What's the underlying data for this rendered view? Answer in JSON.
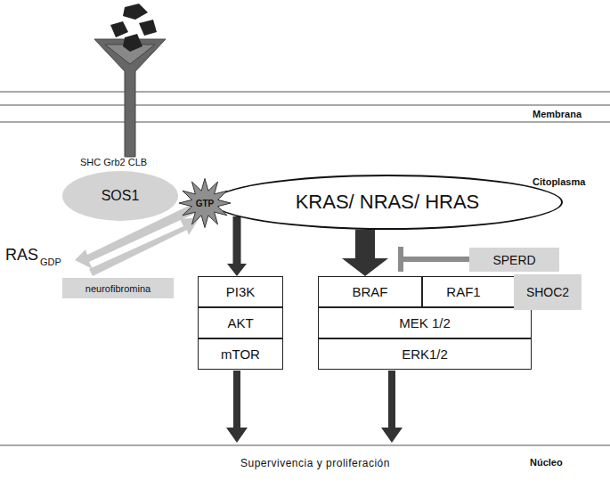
{
  "diagram": {
    "nodes": [
      {
        "text": [
          "SOS1"
        ]
      },
      {
        "text": [
          "GTP"
        ]
      },
      {
        "text": [
          "KRAS/ NRAS/ HRAS"
        ]
      },
      {
        "text": [
          "SPERD"
        ]
      },
      {
        "text": [
          "neurofibromina"
        ]
      },
      {
        "text": [
          "PI3K"
        ]
      },
      {
        "text": [
          "BRAF"
        ]
      },
      {
        "text": [
          "RAF1"
        ]
      },
      {
        "text": [
          "SHOC2"
        ]
      },
      {
        "text": [
          "AKT"
        ]
      },
      {
        "text": [
          "MEK 1/2"
        ]
      },
      {
        "text": [
          "mTOR"
        ]
      },
      {
        "text": [
          "ERK1/2"
        ]
      }
    ],
    "edges": [
      {
        "from": 2,
        "to": 5,
        "arrow": "to"
      },
      {
        "from": 2,
        "to": 6,
        "arrow": "to"
      }
    ],
    "labels": [
      "Membrana",
      "SHC Grb2 CLB",
      "Citoplasma",
      "RAS",
      "GDP",
      "Supervivencia y proliferación",
      "Núcleo"
    ]
  }
}
